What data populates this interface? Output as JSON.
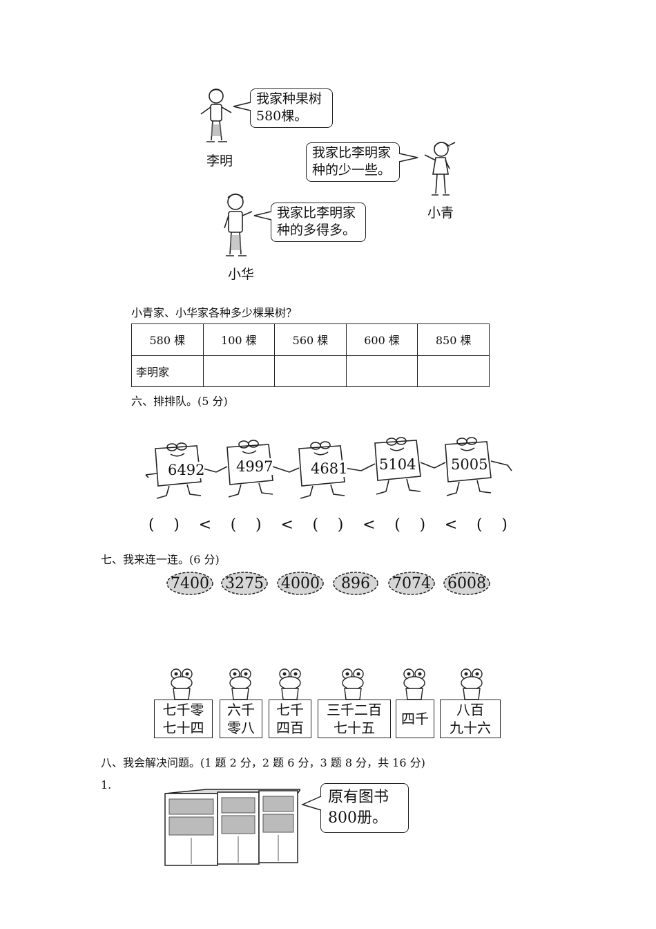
{
  "dialogue": {
    "liming": {
      "name": "李明",
      "line1": "我家种果树",
      "line2": "580棵。"
    },
    "xiaoqing": {
      "name": "小青",
      "line1": "我家比李明家",
      "line2": "种的少一些。"
    },
    "xiaohua": {
      "name": "小华",
      "line1": "我家比李明家",
      "line2": "种的多得多。"
    }
  },
  "question": "小青家、小华家各种多少棵果树？",
  "table": {
    "options": [
      "580 棵",
      "100 棵",
      "560 棵",
      "600 棵",
      "850 棵"
    ],
    "row_label": "李明家"
  },
  "section6": {
    "heading": "六、排排队。(5 分)",
    "numbers": [
      "6492",
      "4997",
      "4681",
      "5104",
      "5005"
    ],
    "order_slots": [
      "(",
      ")",
      "<",
      "(",
      ")",
      "<",
      "(",
      ")",
      "<",
      "(",
      ")",
      "<",
      "(",
      ")"
    ]
  },
  "section7": {
    "heading": "七、我来连一连。(6 分)",
    "numbers": [
      "7400",
      "3275",
      "4000",
      "896",
      "7074",
      "6008"
    ],
    "cards": [
      {
        "line1": "七千零",
        "line2": "七十四"
      },
      {
        "line1": "六千",
        "line2": "零八"
      },
      {
        "line1": "七千",
        "line2": "四百"
      },
      {
        "line1": "三千二百",
        "line2": "七十五"
      },
      {
        "line1": "四千",
        "line2": ""
      },
      {
        "line1": "八百",
        "line2": "九十六"
      }
    ]
  },
  "section8": {
    "heading": "八、我会解决问题。(1 题 2 分，2 题 6 分，3 题 8 分，共 16 分)",
    "problem_number": "1.",
    "bubble": {
      "line1": "原有图书",
      "line2": "800册。"
    }
  }
}
